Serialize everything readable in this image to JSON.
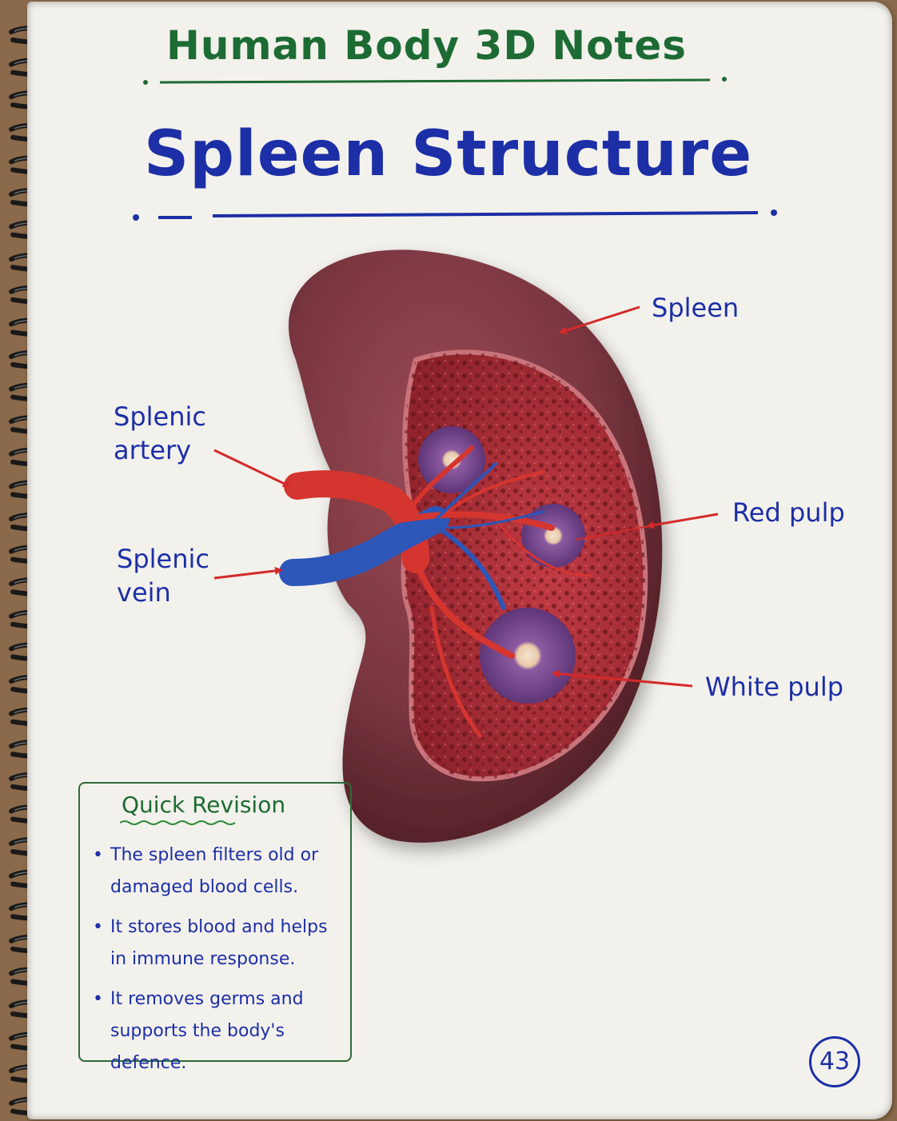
{
  "header": {
    "title": "Human Body 3D Notes"
  },
  "page": {
    "title": "Spleen Structure",
    "number": "43"
  },
  "labels": {
    "spleen": "Spleen",
    "splenic_artery": [
      "Splenic",
      "artery"
    ],
    "splenic_vein": [
      "Splenic",
      "vein"
    ],
    "red_pulp": "Red pulp",
    "white_pulp": "White pulp"
  },
  "revision": {
    "title": "Quick Revision",
    "items": [
      [
        "The spleen filters old or",
        "damaged blood cells."
      ],
      [
        "It stores blood and helps",
        "in immune response."
      ],
      [
        "It removes germs and",
        "supports the body's defence."
      ]
    ]
  },
  "colors": {
    "title_blue": "#1c2fa6",
    "header_green": "#1d6b34",
    "arrow_red": "#d42a2a",
    "organ_capsule": "#7a3640",
    "red_pulp": "#b2333d",
    "artery": "#d5352f",
    "vein": "#2c56b8",
    "white_pulp": "#7a4d8f"
  },
  "icons": {
    "page_binding": "spiral-binding-icon",
    "organ": "spleen-illustration-icon"
  }
}
